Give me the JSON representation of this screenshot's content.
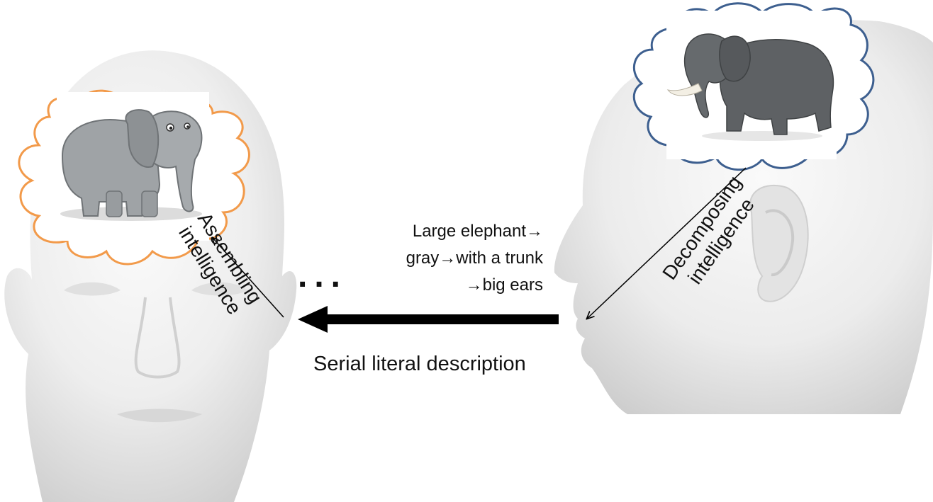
{
  "diagram": {
    "serial_description": "Serial literal description",
    "message_text": "Large elephant→\ngray→with a trunk\n→big ears",
    "ellipsis": "...",
    "assembling_label": "Assembling\nintelligence",
    "decomposing_label": "Decomposing\nintelligence"
  },
  "colors": {
    "left_cloud": "#f29a4a",
    "right_cloud": "#3d5f8f",
    "head_light": "#f4f4f4",
    "head_shadow": "#c8c8c8",
    "arrow": "#000000",
    "cartoon_elephant": "#9fa3a6",
    "real_elephant": "#5e6164"
  },
  "icons": {
    "left_head": "frontal-head-icon",
    "right_head": "profile-head-icon",
    "cartoon_elephant": "cartoon-elephant-icon",
    "real_elephant": "realistic-elephant-icon"
  }
}
